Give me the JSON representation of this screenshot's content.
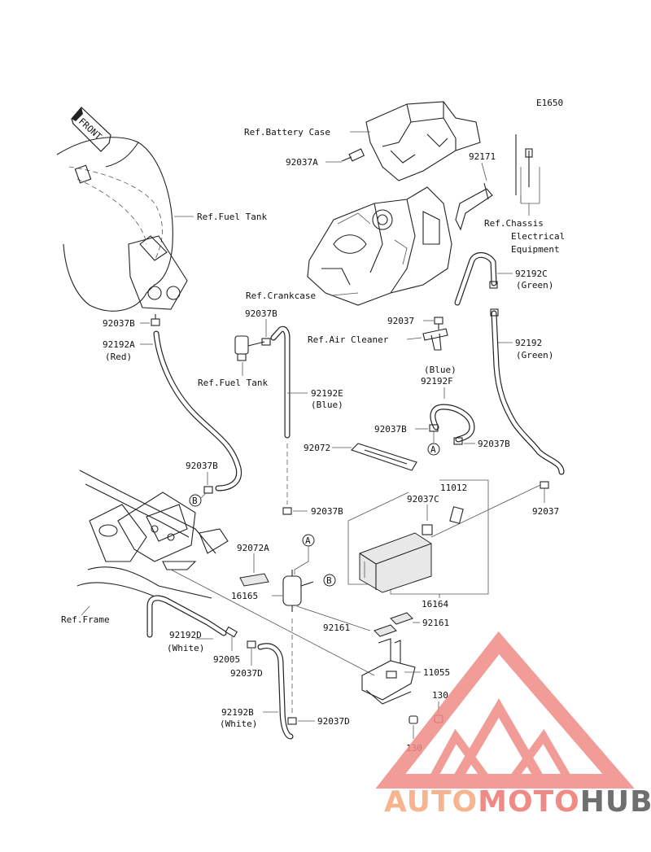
{
  "diagram_code": "E1650",
  "front_label": "FRONT",
  "watermark": {
    "part_auto": "AUTO",
    "part_moto": "MOTO",
    "part_hub": "HUB",
    "color_auto": "#f6b48f",
    "color_moto": "#f08a84",
    "color_hub": "#6f6f6f",
    "logo_color": "#ef8b86"
  },
  "labels": {
    "ref_battery_case": "Ref.Battery Case",
    "p92037A": "92037A",
    "p92171": "92171",
    "ref_chassis_1": "Ref.Chassis",
    "ref_chassis_2": "Electrical",
    "ref_chassis_3": "Equipment",
    "ref_fuel_tank_top": "Ref.Fuel Tank",
    "ref_crankcase": "Ref.Crankcase",
    "p92192C": "92192C",
    "green_1": "(Green)",
    "p92037_mid": "92037",
    "ref_air_cleaner": "Ref.Air Cleaner",
    "p92192": "92192",
    "green_2": "(Green)",
    "p92037B_left": "92037B",
    "p92192A": "92192A",
    "red": "(Red)",
    "p92037B_center": "92037B",
    "ref_fuel_tank_mid": "Ref.Fuel Tank",
    "p92192E": "92192E",
    "blue_1": "(Blue)",
    "blue_2": "(Blue)",
    "p92192F": "92192F",
    "p92037B_f": "92037B",
    "p92037B_right": "92037B",
    "p92072": "92072",
    "p92037B_low": "92037B",
    "p92037B_b": "92037B",
    "p11012": "11012",
    "p92037C": "92037C",
    "p92037_right": "92037",
    "p92072A": "92072A",
    "p16165": "16165",
    "p16164": "16164",
    "ref_frame": "Ref.Frame",
    "p92192D": "92192D",
    "white_1": "(White)",
    "p92005": "92005",
    "p92037D_top": "92037D",
    "p92161_left": "92161",
    "p92161_right": "92161",
    "p11055": "11055",
    "p130_top": "130",
    "p92192B": "92192B",
    "white_2": "(White)",
    "p92037D_low": "92037D",
    "p130_bottom": "130",
    "marker_A": "A",
    "marker_B": "B"
  }
}
